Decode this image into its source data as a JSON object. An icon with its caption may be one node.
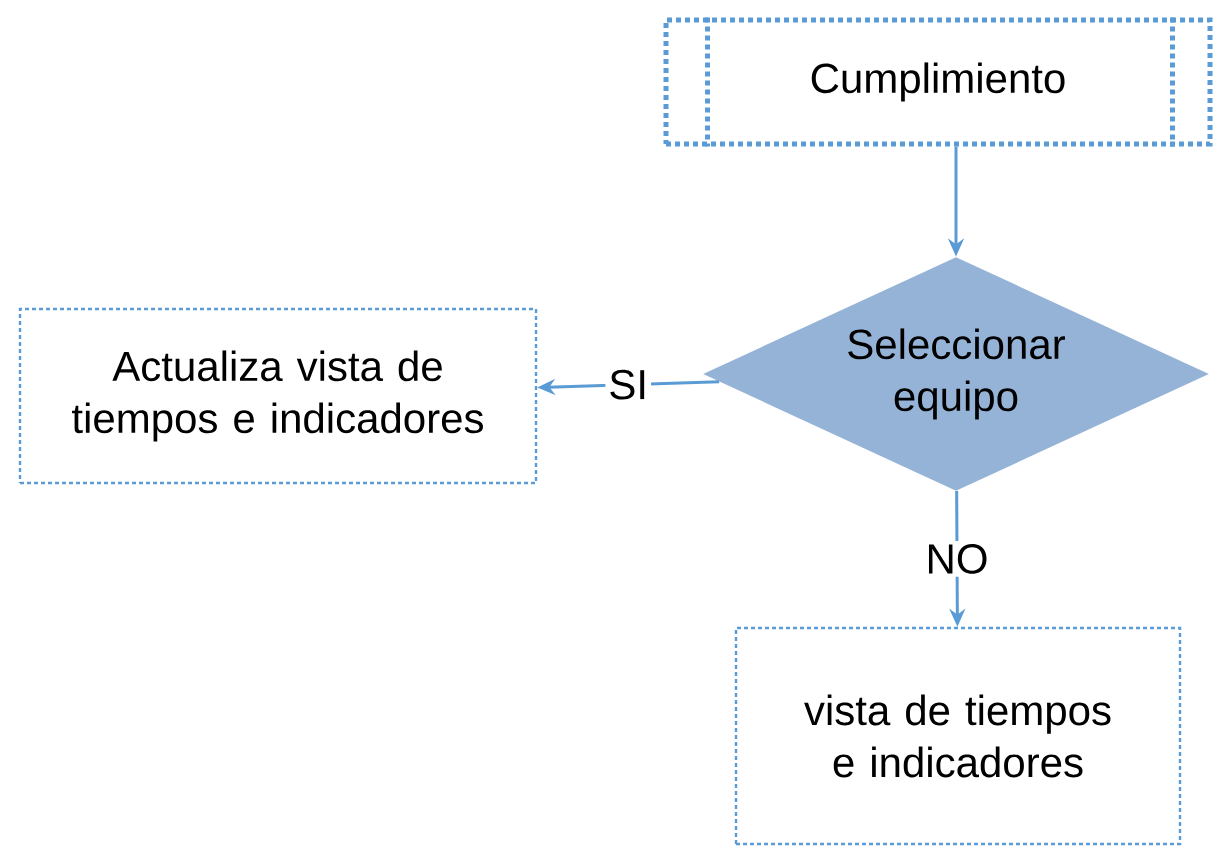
{
  "diagram": {
    "nodes": [
      {
        "text": [
          "Cumplimiento"
        ]
      },
      {
        "text": [
          "Seleccionar equipo"
        ]
      },
      {
        "text": [
          "Actualiza vista de tiempos e indicadores"
        ]
      },
      {
        "text": [
          "vista de tiempos e indicadores"
        ]
      }
    ],
    "edges": [
      {
        "from": 0,
        "to": 1,
        "arrow": "to"
      },
      {
        "from": 1,
        "to": 2,
        "arrow": "to",
        "label": "SI"
      },
      {
        "from": 1,
        "to": 3,
        "arrow": "to",
        "label": "NO"
      }
    ]
  }
}
